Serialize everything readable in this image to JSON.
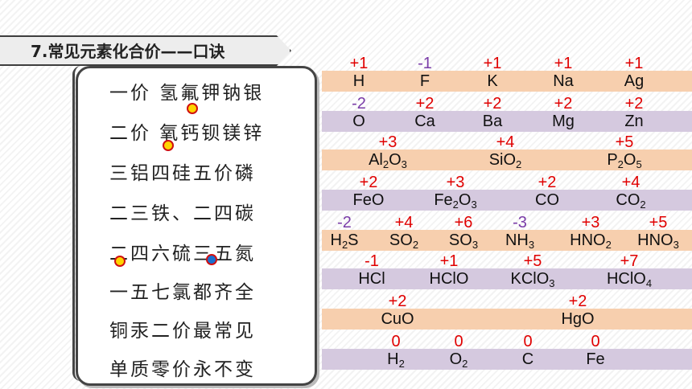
{
  "title": "7.常见元素化合价——口诀",
  "mnemonic": [
    "一价 氢氟钾钠银",
    "二价 氧钙钡镁锌",
    "三铝四硅五价磷",
    "二三铁、二四碳",
    "二四六硫三五氮",
    "一五七氯都齐全",
    "铜汞二价最常见",
    "单质零价永不变"
  ],
  "colors": {
    "positive": "#e00000",
    "negative": "#7a3ca8",
    "peach_band": "#f7cfae",
    "lilac_band": "#d5c9df",
    "marker_yellow": "#ffd400",
    "marker_blue": "#1a6fd0"
  },
  "rows": [
    {
      "band": "peach",
      "items": [
        {
          "val": "+1",
          "sym": "H",
          "sub": ""
        },
        {
          "val": "-1",
          "sym": "F",
          "sub": "",
          "neg": true
        },
        {
          "val": "+1",
          "sym": "K",
          "sub": ""
        },
        {
          "val": "+1",
          "sym": "Na",
          "sub": ""
        },
        {
          "val": "+1",
          "sym": "Ag",
          "sub": ""
        }
      ]
    },
    {
      "band": "lilac",
      "items": [
        {
          "val": "-2",
          "sym": "O",
          "sub": "",
          "neg": true
        },
        {
          "val": "+2",
          "sym": "Ca",
          "sub": ""
        },
        {
          "val": "+2",
          "sym": "Ba",
          "sub": ""
        },
        {
          "val": "+2",
          "sym": "Mg",
          "sub": ""
        },
        {
          "val": "+2",
          "sym": "Zn",
          "sub": ""
        }
      ]
    },
    {
      "band": "peach",
      "items": [
        {
          "val": "+3",
          "sym": "Al",
          "sub": "2",
          "sym2": "O",
          "sub2": "3"
        },
        {
          "val": "+4",
          "sym": "SiO",
          "sub": "2"
        },
        {
          "val": "+5",
          "sym": "P",
          "sub": "2",
          "sym2": "O",
          "sub2": "5"
        }
      ]
    },
    {
      "band": "lilac",
      "items": [
        {
          "val": "+2",
          "sym": "FeO",
          "sub": ""
        },
        {
          "val": "+3",
          "sym": "Fe",
          "sub": "2",
          "sym2": "O",
          "sub2": "3"
        },
        {
          "val": "+2",
          "sym": "CO",
          "sub": ""
        },
        {
          "val": "+4",
          "sym": "CO",
          "sub": "2"
        }
      ]
    },
    {
      "band": "peach",
      "items": [
        {
          "val": "-2",
          "sym": "H",
          "sub": "2",
          "sym2": "S",
          "sub2": "",
          "neg": true
        },
        {
          "val": "+4",
          "sym": "SO",
          "sub": "2"
        },
        {
          "val": "+6",
          "sym": "SO",
          "sub": "3"
        },
        {
          "val": "-3",
          "sym": "NH",
          "sub": "3",
          "neg": true
        },
        {
          "val": "+3",
          "sym": "HNO",
          "sub": "2"
        },
        {
          "val": "+5",
          "sym": "HNO",
          "sub": "3"
        }
      ]
    },
    {
      "band": "lilac",
      "items": [
        {
          "val": "-1",
          "sym": "HCl",
          "sub": ""
        },
        {
          "val": "+1",
          "sym": "HClO",
          "sub": ""
        },
        {
          "val": "+5",
          "sym": "KClO",
          "sub": "3"
        },
        {
          "val": "+7",
          "sym": "HClO",
          "sub": "4"
        }
      ]
    },
    {
      "band": "peach",
      "items": [
        {
          "val": "+2",
          "sym": "CuO",
          "sub": ""
        },
        {
          "val": "+2",
          "sym": "HgO",
          "sub": ""
        }
      ]
    },
    {
      "band": "lilac",
      "items": [
        {
          "val": "0",
          "sym": "H",
          "sub": "2"
        },
        {
          "val": "0",
          "sym": "O",
          "sub": "2"
        },
        {
          "val": "0",
          "sym": "C",
          "sub": ""
        },
        {
          "val": "0",
          "sym": "Fe",
          "sub": ""
        }
      ]
    }
  ]
}
